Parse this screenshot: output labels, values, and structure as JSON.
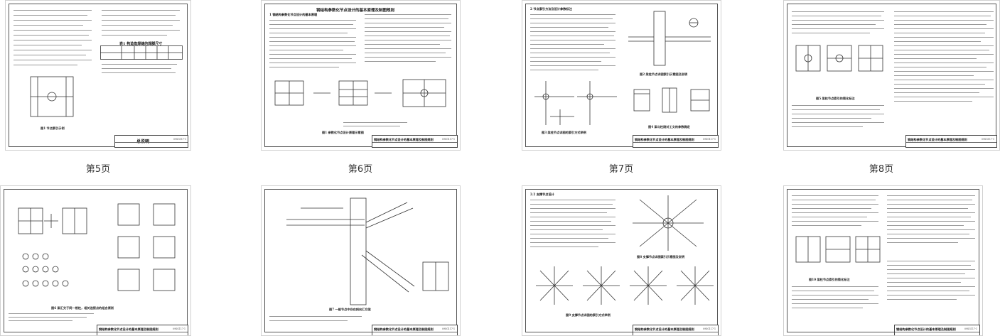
{
  "viewer": {
    "pages": [
      {
        "label": "第5页",
        "title": "总说明",
        "doc_code": "09SG117-1",
        "headings": [
          "表1  构造角焊缝的焊脚尺寸"
        ],
        "captions": [
          "图1  节点索引示例"
        ]
      },
      {
        "label": "第6页",
        "title": "钢结构参数化节点设计的基本原理及制图规则",
        "doc_code": "09SG117-1",
        "headings": [
          "钢结构参数化节点设计的基本原理及制图规则",
          "1  钢结构参数化节点设计的基本原理"
        ],
        "captions": [
          "图1  参数化节点设计原理示意图"
        ]
      },
      {
        "label": "第7页",
        "title": "钢结构参数化节点设计的基本原理及制图规则",
        "doc_code": "09SG117-1",
        "headings": [
          "2  节点索引方法及设计参数标注"
        ],
        "captions": [
          "图2  梁柱节点详图索引示意图及说明",
          "图3  梁柱节点详图的索引方式举例",
          "图4  梁与柱刚对工文的参数确定"
        ]
      },
      {
        "label": "第8页",
        "title": "钢结构参数化节点设计的基本原理及制图规则",
        "doc_code": "09SG117-1",
        "headings": [],
        "captions": [
          "图5  梁柱节点索引的简化标注"
        ]
      },
      {
        "label": "",
        "title": "钢结构参数化节点设计的基本原理及制图规则",
        "doc_code": "09SG117-1",
        "headings": [],
        "captions": [
          "图6  梁汇交于同一根柱，相关连接点的组合原则"
        ]
      },
      {
        "label": "",
        "title": "钢结构参数化节点设计的基本原理及制图规则",
        "doc_code": "09SG117-1",
        "headings": [],
        "captions": [
          "图7  一般节点中存在斜向汇交梁"
        ]
      },
      {
        "label": "",
        "title": "钢结构参数化节点设计的基本原理及制图规则",
        "doc_code": "09SG117-1",
        "headings": [
          "2.2  支撑节点设计"
        ],
        "captions": [
          "图8  支撑节点详图索引示意图及说明",
          "图9  支撑节点详图的索引方式举例"
        ]
      },
      {
        "label": "",
        "title": "钢结构参数化节点设计的基本原理及制图规则",
        "doc_code": "09SG117-1",
        "headings": [],
        "captions": [
          "图10  梁柱节点索引的简化标注"
        ]
      }
    ]
  }
}
